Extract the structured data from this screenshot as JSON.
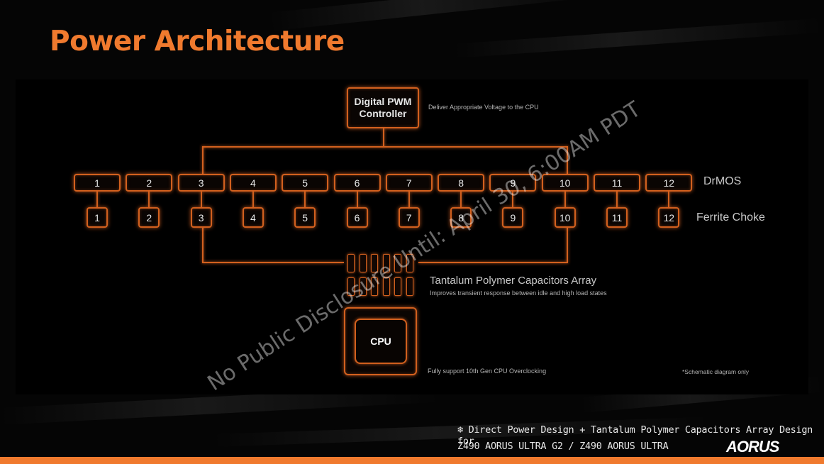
{
  "title": "Power Architecture",
  "pwm": {
    "label": "Digital PWM Controller",
    "description": "Deliver Appropriate Voltage to the CPU"
  },
  "drmos": {
    "label": "DrMOS",
    "items": [
      "1",
      "2",
      "3",
      "4",
      "5",
      "6",
      "7",
      "8",
      "9",
      "10",
      "11",
      "12"
    ]
  },
  "choke": {
    "label": "Ferrite Choke",
    "items": [
      "1",
      "2",
      "3",
      "4",
      "5",
      "6",
      "7",
      "8",
      "9",
      "10",
      "11",
      "12"
    ]
  },
  "capacitors": {
    "label": "Tantalum Polymer Capacitors Array",
    "description": "Improves transient response between idle and high load states"
  },
  "cpu": {
    "label": "CPU",
    "description": "Fully support 10th Gen CPU Overclocking"
  },
  "note": "*Schematic diagram only",
  "watermark": "No Public Disclosure Until: April 30, 6:00AM PDT",
  "footer": {
    "line1": "❄ Direct Power Design + Tantalum Polymer Capacitors Array Design for",
    "line2": "Z490 AORUS ULTRA G2 / Z490 AORUS ULTRA",
    "brand": "AORUS"
  },
  "colors": {
    "accent": "#f07a2e",
    "line": "#d2601e",
    "background": "#000000"
  }
}
